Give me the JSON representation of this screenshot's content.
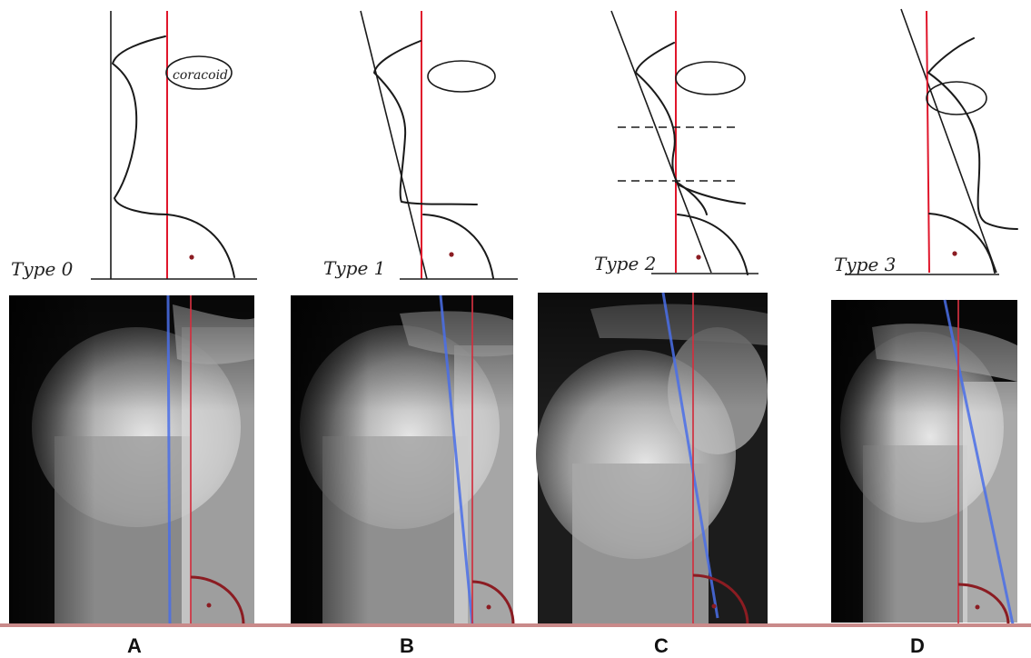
{
  "sketches": [
    {
      "id": "A",
      "type_label": "Type 0",
      "annotation": "coracoid"
    },
    {
      "id": "B",
      "type_label": "Type 1"
    },
    {
      "id": "C",
      "type_label": "Type 2"
    },
    {
      "id": "D",
      "type_label": "Type 3"
    }
  ],
  "panels": [
    {
      "letter": "A"
    },
    {
      "letter": "B"
    },
    {
      "letter": "C"
    },
    {
      "letter": "D"
    }
  ],
  "colors": {
    "vertical_reference_line": "#e0162b",
    "blue_tangent_line": "#4a6ee8",
    "angle_arc": "#8b1c22",
    "base_line": "#c98a8a"
  }
}
